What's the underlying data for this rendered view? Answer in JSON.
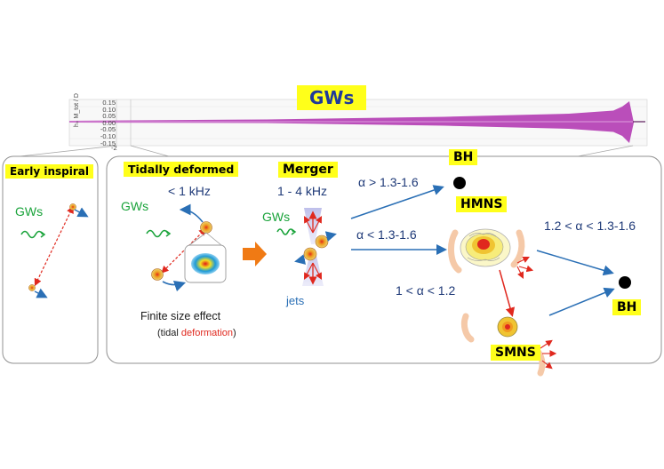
{
  "title": "GWs",
  "waveform": {
    "ylabel": "h₊ M_tot / D",
    "yticks": [
      "0.15",
      "0.10",
      "0.05",
      "0.00",
      "-0.05",
      "-0.10",
      "-0.15"
    ],
    "xtick": "-2"
  },
  "stages": {
    "early": {
      "label": "Early inspiral",
      "gw": "GWs"
    },
    "tidal": {
      "label": "Tidally deformed",
      "freq": "< 1 kHz",
      "gw": "GWs",
      "effect": "Finite size effect",
      "note_open": "(tidal ",
      "note_red": "deformation",
      "note_close": ")"
    },
    "merger": {
      "label": "Merger",
      "freq": "1 - 4 kHz",
      "gw": "GWs",
      "jets": "jets"
    }
  },
  "outcomes": {
    "bh_top": "BH",
    "hmns": "HMNS",
    "smns": "SMNS",
    "bh_final": "BH",
    "cond_bh": "α > 1.3-1.6",
    "cond_hmns": "α < 1.3-1.6",
    "cond_collapse": "1.2 < α < 1.3-1.6",
    "cond_smns": "1 < α < 1.2"
  },
  "colors": {
    "badge": "#ffff1a",
    "wave": "#b43fb4",
    "arrow": "#2a6fb5",
    "red": "#e0281e",
    "orange": "#f07a14",
    "navy": "#1f3a78",
    "green": "#19a33a"
  }
}
